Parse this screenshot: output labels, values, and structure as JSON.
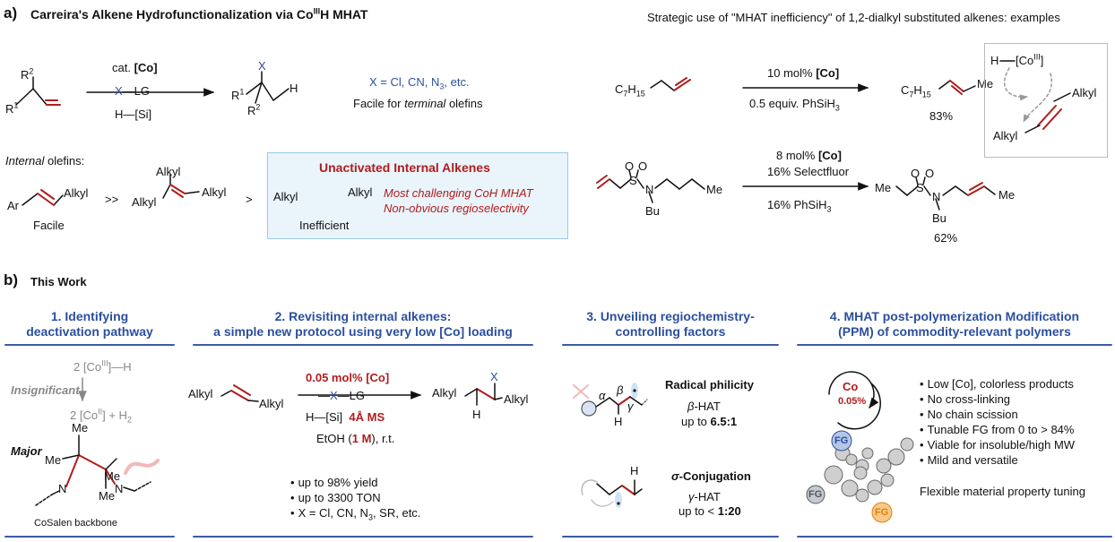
{
  "section_a": {
    "label": "a)",
    "title_main": "Carreira's Alkene Hydrofunctionalization via Co",
    "title_sup": "III",
    "title_end": "H MHAT",
    "scheme1": {
      "reagent_cat_prefix": "cat. ",
      "reagent_cat": "[Co]",
      "reagent_x": "X",
      "reagent_lg": "LG",
      "reagent_h": "H",
      "reagent_si": "[Si]",
      "sm_r2": "R",
      "sm_r2_sup": "2",
      "sm_r1": "R",
      "sm_r1_sup": "1",
      "prod_x": "X",
      "prod_r1": "R",
      "prod_r1_sup": "1",
      "prod_r2": "R",
      "prod_r2_sup": "2",
      "prod_h": "H",
      "x_options_pre": "X = Cl, CN, N",
      "x_options_sub": "3",
      "x_options_post": ", etc.",
      "facile_pre": "Facile for ",
      "facile_em": "terminal",
      "facile_post": " olefins"
    },
    "internal": {
      "label_em": "Internal",
      "label_rest": " olefins:",
      "ar": "Ar",
      "alkyl": "Alkyl",
      "facile": "Facile",
      "gtgt": ">>",
      "gt": ">",
      "inefficient": "Inefficient",
      "box_title": "Unactivated Internal Alkenes",
      "box_line1": "Most challenging CoH MHAT",
      "box_line2": "Non-obvious regioselectivity"
    },
    "strategic": {
      "title": "Strategic use of \"MHAT inefficiency\" of 1,2-dialkyl substituted alkenes: examples",
      "ex1_sm": "C",
      "ex1_sm_sub1": "7",
      "ex1_sm_h": "H",
      "ex1_sm_sub2": "15",
      "ex1_cat_pre": "10 mol% ",
      "ex1_cat": "[Co]",
      "ex1_silane_pre": "0.5 equiv. PhSiH",
      "ex1_silane_sub": "3",
      "ex1_prod_me": "Me",
      "ex1_yield": "83%",
      "ex2_cat_pre": "8 mol% ",
      "ex2_cat": "[Co]",
      "ex2_oxidant": "16% Selectfluor",
      "ex2_silane_pre": "16% PhSiH",
      "ex2_silane_sub": "3",
      "ex2_s": "S",
      "ex2_o": "O",
      "ex2_n": "N",
      "ex2_bu": "Bu",
      "ex2_me": "Me",
      "ex2_et": "Me",
      "ex2_yield": "62%",
      "co_h": "H",
      "co_co": "[Co",
      "co_sup": "III",
      "co_close": "]",
      "co_alkyl": "Alkyl"
    }
  },
  "section_b": {
    "label": "b)",
    "title": "This Work",
    "col1": {
      "head1": "1. Identifying",
      "head2": "deactivation pathway",
      "eq_top_pre": "2 [Co",
      "eq_top_sup": "III",
      "eq_top_post": "]—H",
      "insignificant": "Insignificant",
      "eq_bot_pre": "2 [Co",
      "eq_bot_sup": "II",
      "eq_bot_post": "]  + H",
      "eq_bot_sub": "2",
      "major": "Major",
      "me": "Me",
      "n": "N",
      "backbone": "CoSalen backbone"
    },
    "col2": {
      "head1": "2. Revisiting internal alkenes:",
      "head2": "a simple new protocol using very low [Co] loading",
      "alkyl": "Alkyl",
      "cat": "0.05 mol% [Co]",
      "x": "X",
      "lg": "LG",
      "h": "H",
      "si": "[Si]",
      "ms": "4Å MS",
      "solvent_pre": "EtOH (",
      "solvent_b": "1 M",
      "solvent_post": "), r.t.",
      "bullets": [
        "up to 98% yield",
        "up to 3300 TON"
      ],
      "bullet3_pre": "X = Cl, CN, N",
      "bullet3_sub": "3",
      "bullet3_post": ", SR, etc."
    },
    "col3": {
      "head1": "3. Unveiling regiochemistry-",
      "head2": "controlling factors",
      "philicity": "Radical philicity",
      "beta_hat": "-HAT",
      "beta": "β",
      "ratio1_pre": "up to ",
      "ratio1": "6.5:1",
      "sigma": "σ",
      "conj": "-Conjugation",
      "gamma": "γ",
      "gamma_hat": "-HAT",
      "ratio2_pre": "up to < ",
      "ratio2": "1:20",
      "alpha": "α",
      "h": "H"
    },
    "col4": {
      "head1": "4. MHAT post-polymerization Modification",
      "head2": "(PPM) of commodity-relevant polymers",
      "co": "Co",
      "co_load": "0.05%",
      "fg": "FG",
      "bullets": [
        "Low [Co], colorless products",
        "No cross-linking",
        "No chain scission",
        "Tunable FG from 0 to > 84%",
        "Viable for insoluble/high MW",
        "Mild and versatile"
      ],
      "tuning": "Flexible material property tuning"
    }
  },
  "colors": {
    "accent": "#2b4f9e",
    "highlight": "#b01d1d",
    "box_bg": "#eaf4fb",
    "box_border": "#9ccbe8"
  }
}
